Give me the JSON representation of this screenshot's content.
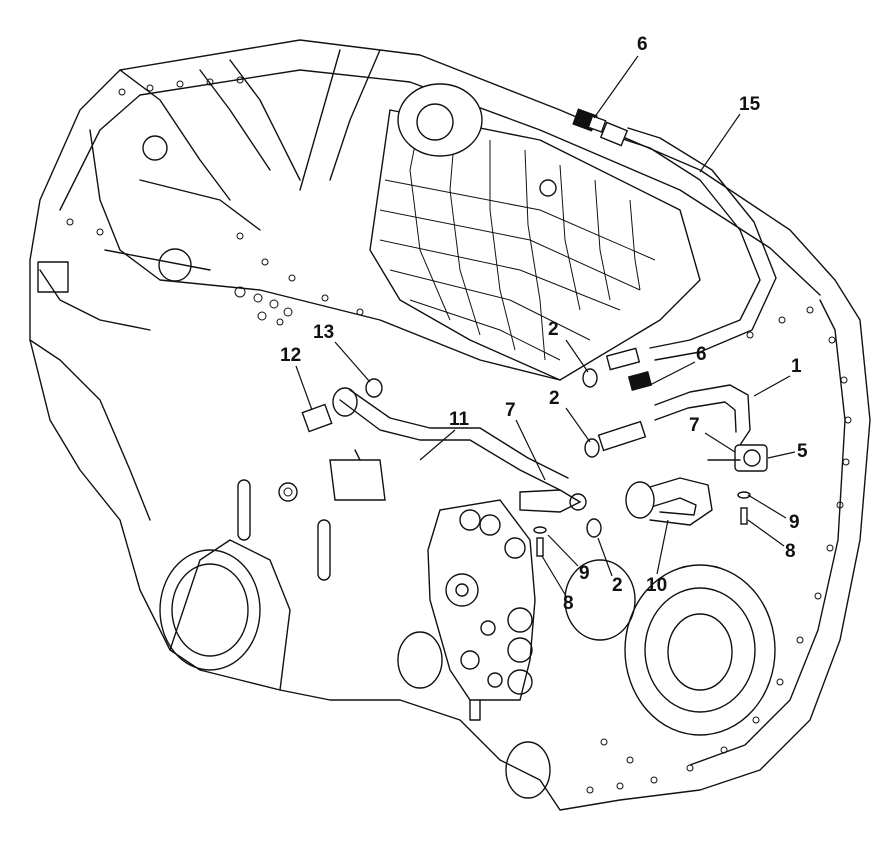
{
  "callouts": [
    {
      "id": "c6-top",
      "text": "6"
    },
    {
      "id": "c15",
      "text": "15"
    },
    {
      "id": "c13",
      "text": "13"
    },
    {
      "id": "c12",
      "text": "12"
    },
    {
      "id": "c2-a",
      "text": "2"
    },
    {
      "id": "c6-mid",
      "text": "6"
    },
    {
      "id": "c1",
      "text": "1"
    },
    {
      "id": "c2-b",
      "text": "2"
    },
    {
      "id": "c7-left",
      "text": "7"
    },
    {
      "id": "c11",
      "text": "11"
    },
    {
      "id": "c7-right",
      "text": "7"
    },
    {
      "id": "c5",
      "text": "5"
    },
    {
      "id": "c9-right",
      "text": "9"
    },
    {
      "id": "c8-right",
      "text": "8"
    },
    {
      "id": "c9-mid",
      "text": "9"
    },
    {
      "id": "c2-c",
      "text": "2"
    },
    {
      "id": "c10",
      "text": "10"
    },
    {
      "id": "c8-mid",
      "text": "8"
    }
  ]
}
